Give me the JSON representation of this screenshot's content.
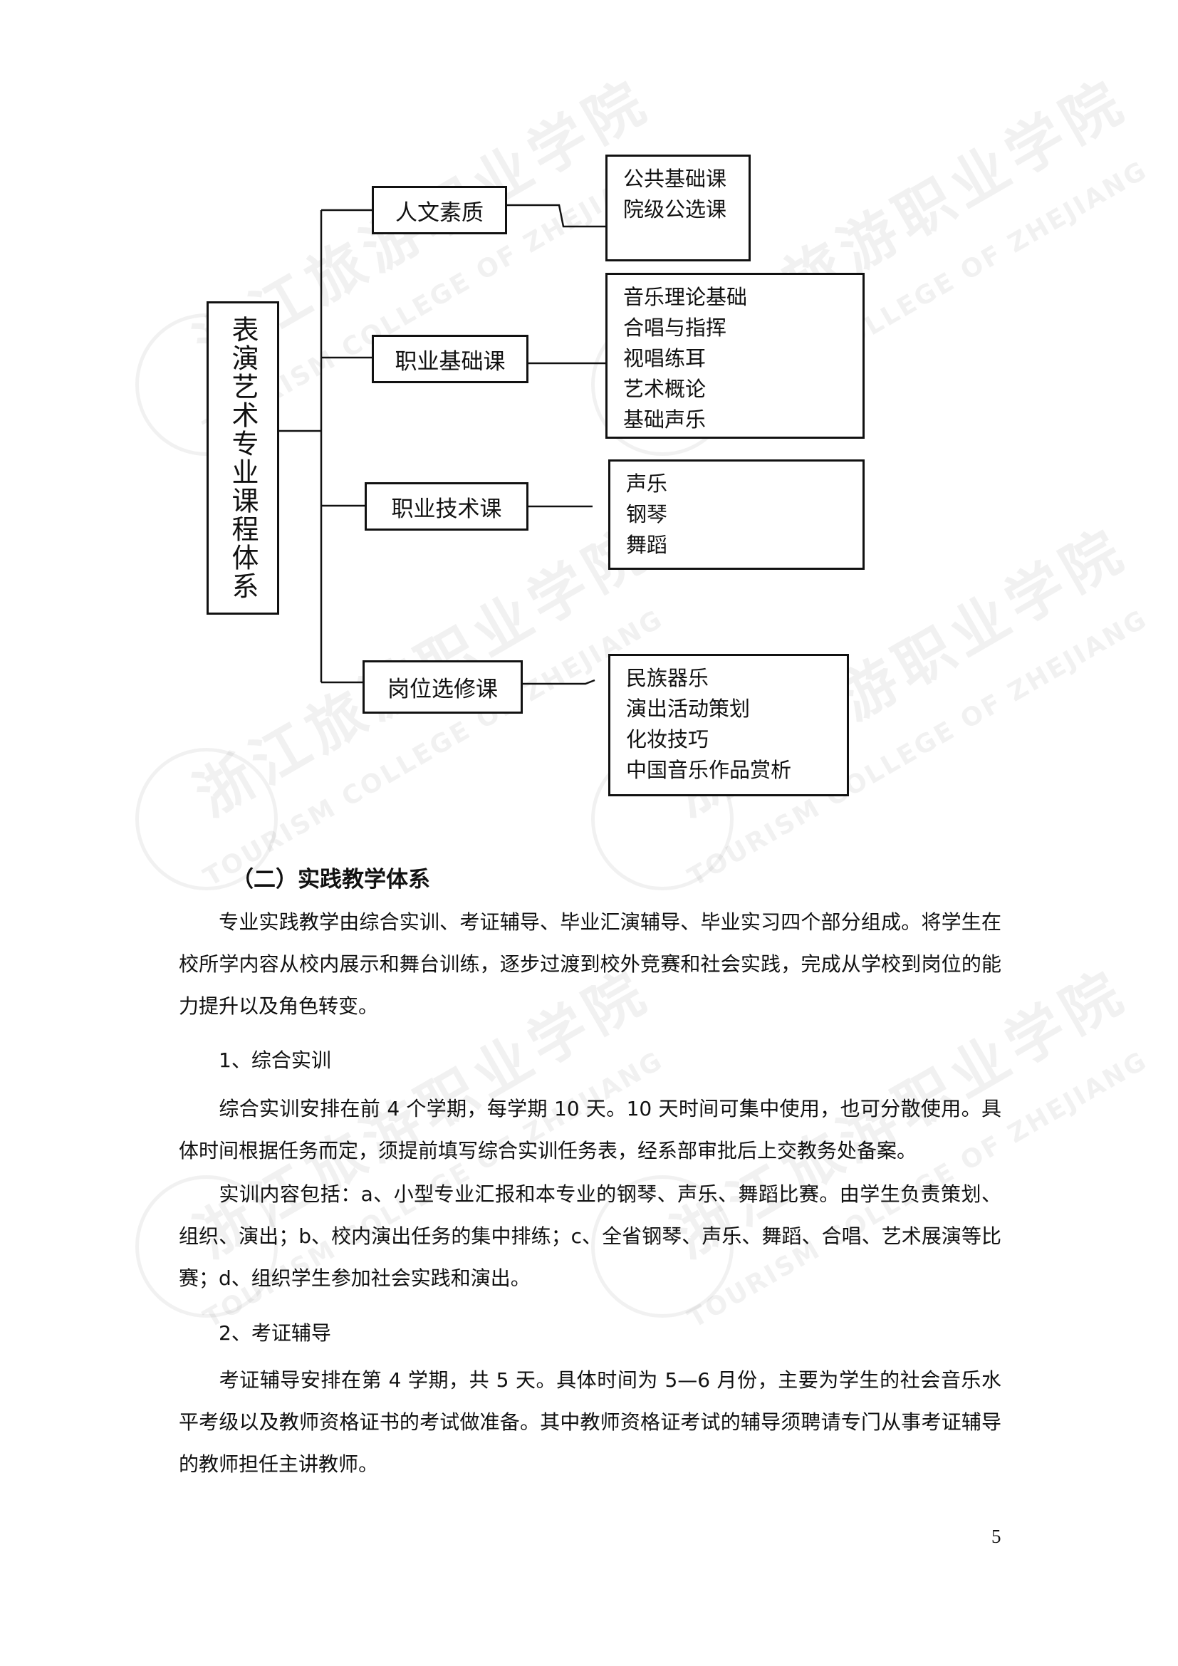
{
  "diagram": {
    "root": "表演艺术专业课程体系",
    "branches": [
      {
        "label": "人文素质",
        "items": [
          "公共基础课",
          "院级公选课"
        ]
      },
      {
        "label": "职业基础课",
        "items": [
          "音乐理论基础",
          "合唱与指挥",
          "视唱练耳",
          "艺术概论",
          "基础声乐"
        ]
      },
      {
        "label": "职业技术课",
        "items": [
          "声乐",
          "钢琴",
          "舞蹈"
        ]
      },
      {
        "label": "岗位选修课",
        "items": [
          "民族器乐",
          "演出活动策划",
          "化妆技巧",
          "中国音乐作品赏析"
        ]
      }
    ]
  },
  "section": {
    "heading": "（二）实践教学体系",
    "intro": "专业实践教学由综合实训、考证辅导、毕业汇演辅导、毕业实习四个部分组成。将学生在校所学内容从校内展示和舞台训练，逐步过渡到校外竞赛和社会实践，完成从学校到岗位的能力提升以及角色转变。",
    "sub1": {
      "title": "1、综合实训",
      "p1": "综合实训安排在前 4 个学期，每学期 10 天。10 天时间可集中使用，也可分散使用。具体时间根据任务而定，须提前填写综合实训任务表，经系部审批后上交教务处备案。",
      "p2": "实训内容包括：a、小型专业汇报和本专业的钢琴、声乐、舞蹈比赛。由学生负责策划、组织、演出；b、校内演出任务的集中排练；c、全省钢琴、声乐、舞蹈、合唱、艺术展演等比赛；d、组织学生参加社会实践和演出。"
    },
    "sub2": {
      "title": "2、考证辅导",
      "p1": "考证辅导安排在第 4 学期，共 5 天。具体时间为 5—6 月份，主要为学生的社会音乐水平考级以及教师资格证书的考试做准备。其中教师资格证考试的辅导须聘请专门从事考证辅导的教师担任主讲教师。"
    }
  },
  "watermark": {
    "cn": "浙江旅游职业学院",
    "en": "TOURISM COLLEGE OF ZHEJIANG"
  },
  "page_number": "5"
}
